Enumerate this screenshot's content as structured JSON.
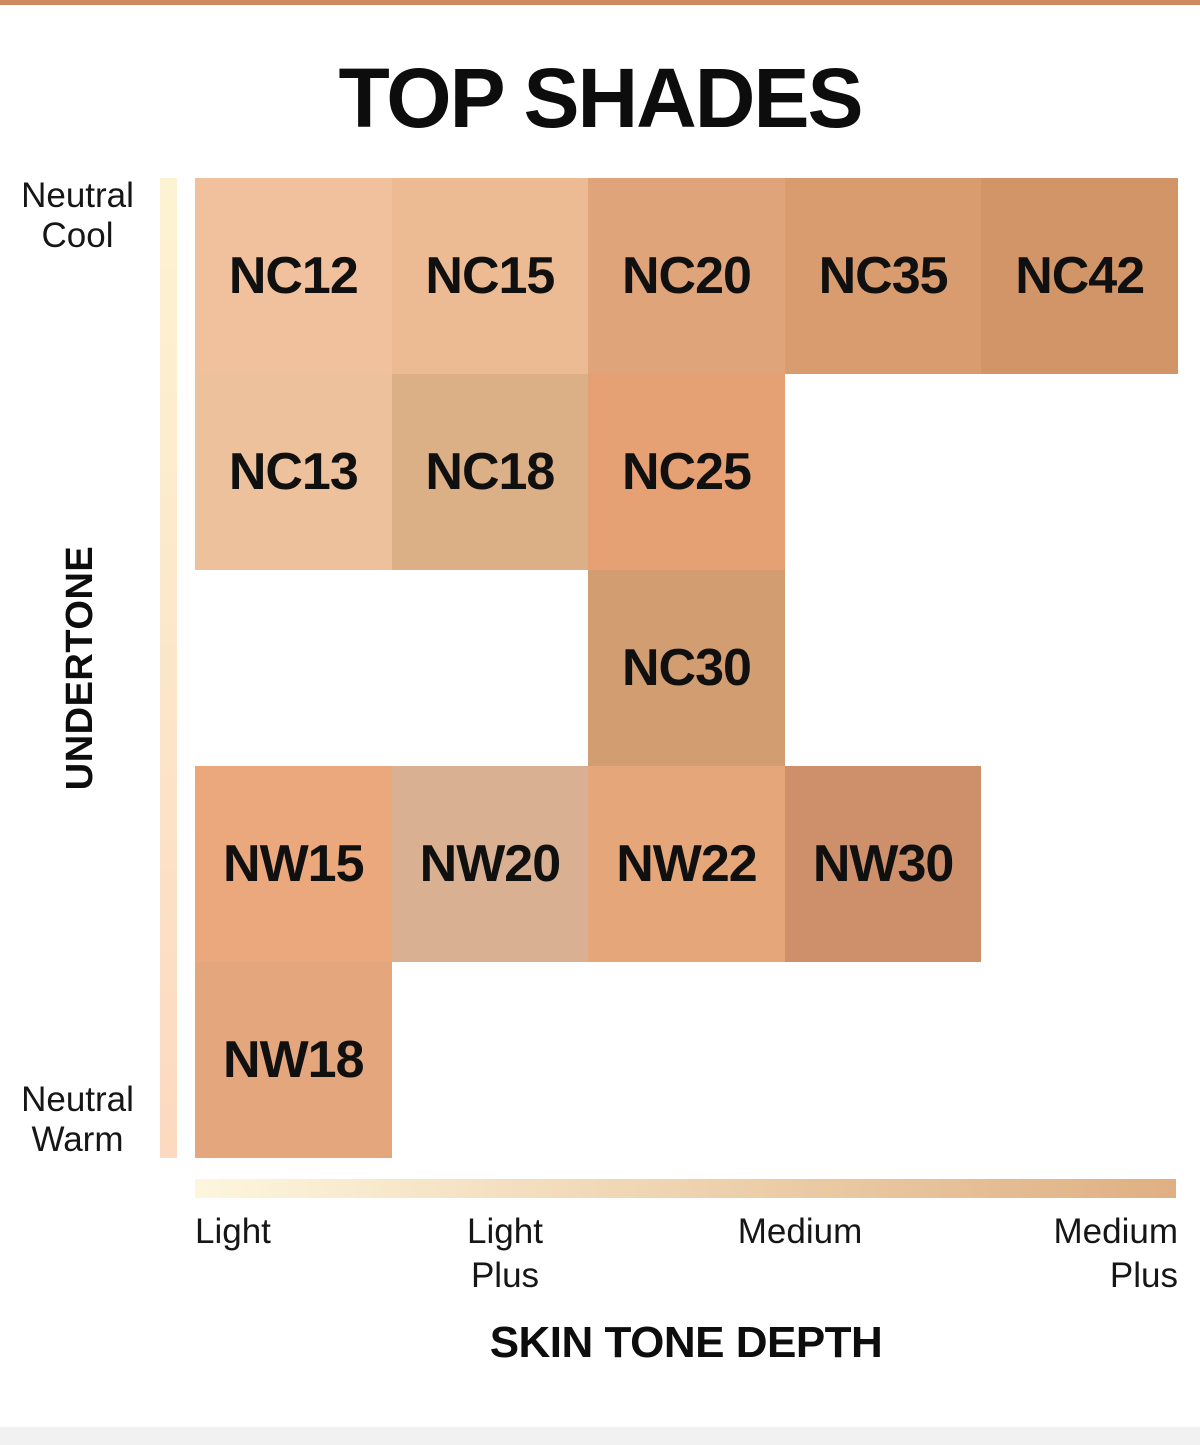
{
  "page": {
    "title": "TOP SHADES",
    "top_bar_color": "#cf8a61",
    "footer_bar_color": "#f1f1f1"
  },
  "y_axis": {
    "label": "UNDERTONE",
    "top_tick": {
      "line1": "Neutral",
      "line2": "Cool"
    },
    "bottom_tick": {
      "line1": "Neutral",
      "line2": "Warm"
    },
    "gradient": [
      "#fdf3d3",
      "#fcd9c0"
    ]
  },
  "x_axis": {
    "label": "SKIN TONE DEPTH",
    "ticks": [
      {
        "line1": "Light",
        "line2": ""
      },
      {
        "line1": "Light",
        "line2": "Plus"
      },
      {
        "line1": "Medium",
        "line2": ""
      },
      {
        "line1": "Medium",
        "line2": "Plus"
      }
    ],
    "gradient": [
      "#fdf6dd",
      "#dfb083"
    ]
  },
  "chart_data": {
    "type": "heatmap",
    "title": "TOP SHADES",
    "xlabel": "SKIN TONE DEPTH",
    "ylabel": "UNDERTONE",
    "x_categories": [
      "Light",
      "Light Plus",
      "Medium",
      "Medium Plus"
    ],
    "y_range": [
      "Neutral Cool",
      "Neutral Warm"
    ],
    "grid": {
      "rows": 5,
      "cols": 5
    },
    "legend_position": "none",
    "cells": [
      {
        "shade": "NC12",
        "row": 0,
        "col": 0,
        "color": "#f0c19c"
      },
      {
        "shade": "NC15",
        "row": 0,
        "col": 1,
        "color": "#ecbb94"
      },
      {
        "shade": "NC20",
        "row": 0,
        "col": 2,
        "color": "#dfa47a"
      },
      {
        "shade": "NC35",
        "row": 0,
        "col": 3,
        "color": "#d89c6e"
      },
      {
        "shade": "NC42",
        "row": 0,
        "col": 4,
        "color": "#d29567"
      },
      {
        "shade": "NC13",
        "row": 1,
        "col": 0,
        "color": "#ecc19b"
      },
      {
        "shade": "NC18",
        "row": 1,
        "col": 1,
        "color": "#dcb086"
      },
      {
        "shade": "NC25",
        "row": 1,
        "col": 2,
        "color": "#e5a173"
      },
      {
        "shade": "NC30",
        "row": 2,
        "col": 2,
        "color": "#d29d70"
      },
      {
        "shade": "NW15",
        "row": 3,
        "col": 0,
        "color": "#eca87d"
      },
      {
        "shade": "NW20",
        "row": 3,
        "col": 1,
        "color": "#d9b192"
      },
      {
        "shade": "NW22",
        "row": 3,
        "col": 2,
        "color": "#e5a67a"
      },
      {
        "shade": "NW30",
        "row": 3,
        "col": 3,
        "color": "#cd906b"
      },
      {
        "shade": "NW18",
        "row": 4,
        "col": 0,
        "color": "#e3a67d"
      }
    ]
  }
}
